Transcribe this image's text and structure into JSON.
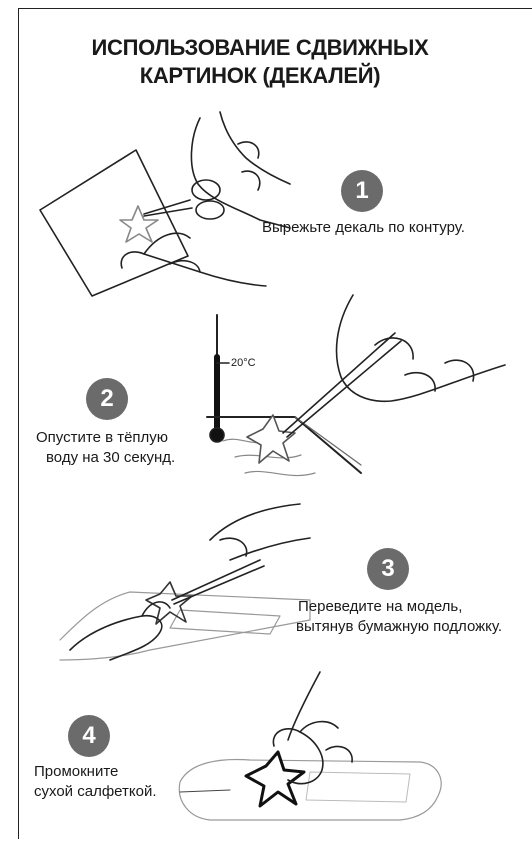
{
  "title": {
    "line1": "ИСПОЛЬЗОВАНИЕ СДВИЖНЫХ",
    "line2": "КАРТИНОК (ДЕКАЛЕЙ)"
  },
  "steps": [
    {
      "number": "1",
      "lines": [
        "Вырежьте декаль по контуру."
      ]
    },
    {
      "number": "2",
      "lines": [
        "Опустите в тёплую",
        "воду на 30 секунд."
      ]
    },
    {
      "number": "3",
      "lines": [
        "Переведите на модель,",
        "вытянув бумажную подложку."
      ]
    },
    {
      "number": "4",
      "lines": [
        "Промокните",
        "сухой салфеткой."
      ]
    }
  ],
  "thermometer": {
    "label": "20°C"
  },
  "colors": {
    "badge": "#6b6b6b",
    "ink": "#1a1a1a"
  },
  "icons": [
    "scissors-icon",
    "thermometer-icon",
    "tweezers-icon",
    "star-decal-icon",
    "hand-icon"
  ]
}
